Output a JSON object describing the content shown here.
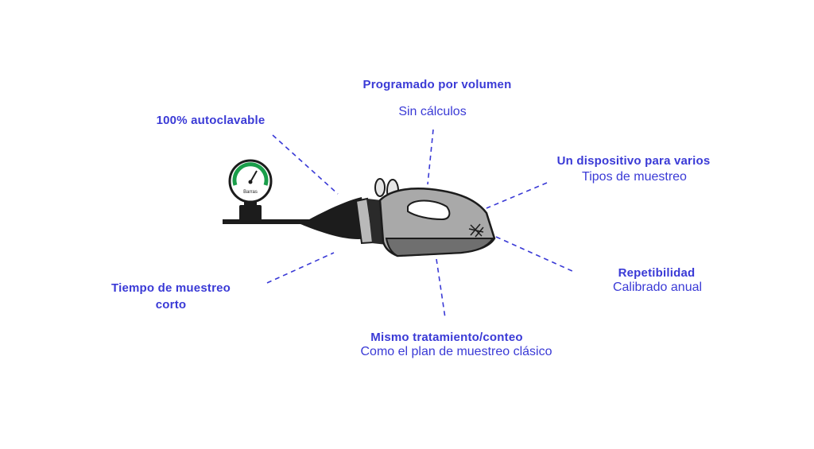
{
  "colors": {
    "accent": "#3a3ad6",
    "device_body": "#a9a9a9",
    "device_dark": "#1c1c1c",
    "gauge_green": "#1a9e4a"
  },
  "gauge_label": "Barras",
  "callouts": {
    "programado": {
      "title": "Programado por volumen",
      "sub": "Sin cálculos"
    },
    "autoclavable": {
      "title": "100% autoclavable"
    },
    "dispositivo": {
      "title": "Un dispositivo para varios",
      "sub": "Tipos de muestreo"
    },
    "tiempo": {
      "title_line1": "Tiempo de muestreo",
      "title_line2": "corto"
    },
    "repetibilidad": {
      "title": "Repetibilidad",
      "sub": "Calibrado anual"
    },
    "mismo": {
      "title": "Mismo tratamiento/conteo",
      "sub": "Como el plan de muestreo clásico"
    }
  }
}
